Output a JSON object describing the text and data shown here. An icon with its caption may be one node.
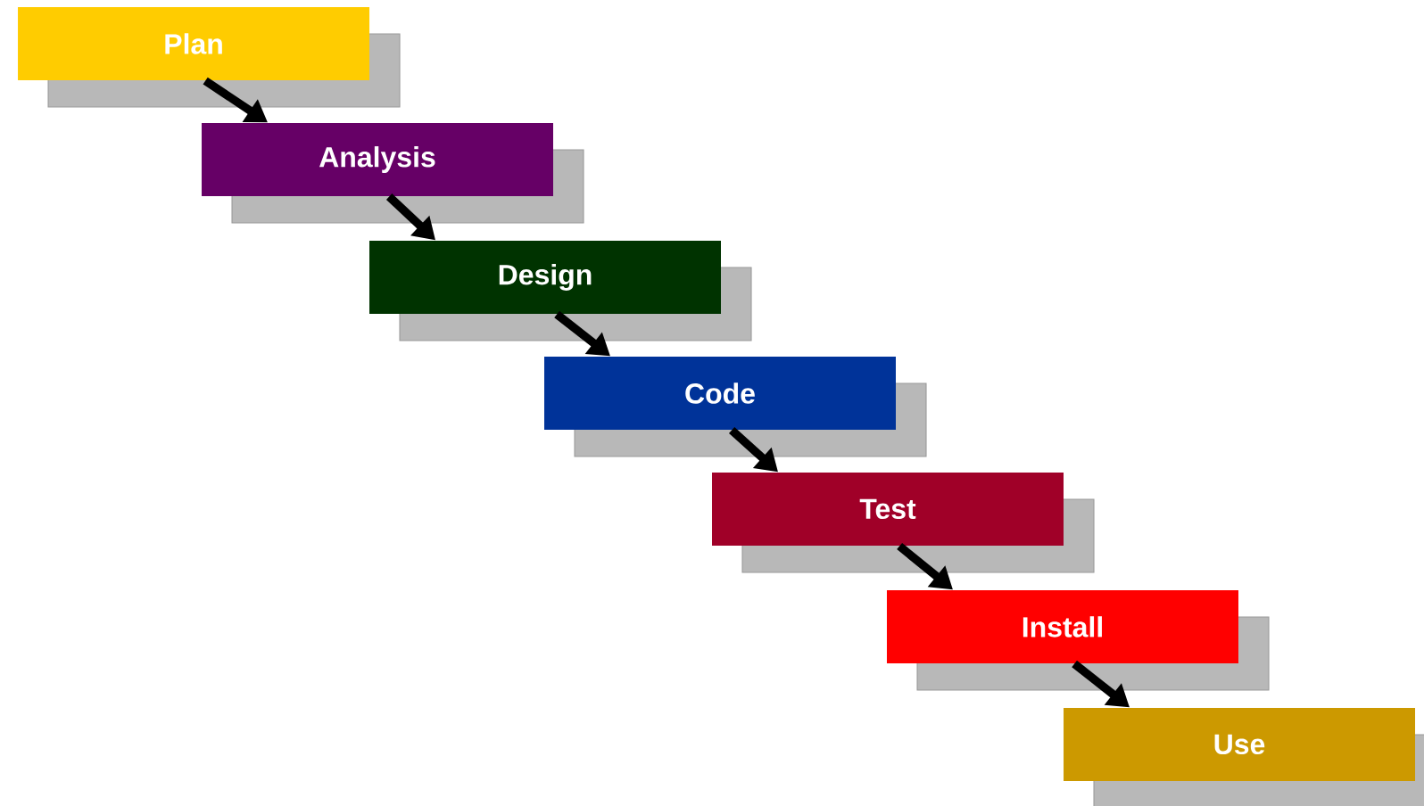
{
  "diagram": {
    "nodes": [
      {
        "text": [
          "Plan"
        ]
      },
      {
        "text": [
          "Analysis"
        ]
      },
      {
        "text": [
          "Design"
        ]
      },
      {
        "text": [
          "Code"
        ]
      },
      {
        "text": [
          "Test"
        ]
      },
      {
        "text": [
          "Install"
        ]
      },
      {
        "text": [
          "Use"
        ]
      }
    ],
    "edges": [
      {
        "from": 0,
        "to": 1,
        "arrow": "to"
      },
      {
        "from": 1,
        "to": 2,
        "arrow": "to"
      },
      {
        "from": 2,
        "to": 3,
        "arrow": "to"
      },
      {
        "from": 3,
        "to": 4,
        "arrow": "to"
      },
      {
        "from": 4,
        "to": 5,
        "arrow": "to"
      },
      {
        "from": 5,
        "to": 6,
        "arrow": "to"
      }
    ]
  }
}
